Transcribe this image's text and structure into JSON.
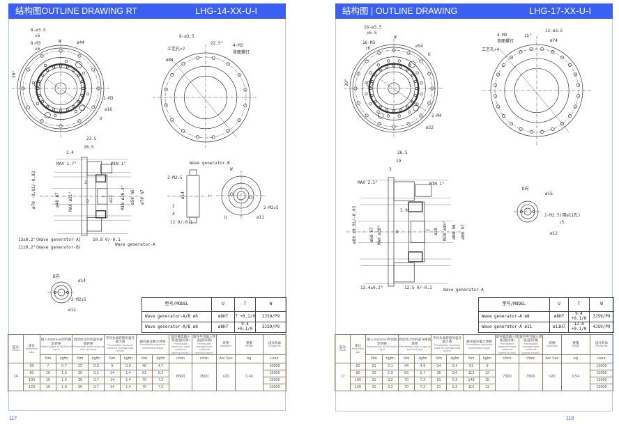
{
  "spec_headers": {
    "model": {
      "zh": "型号",
      "en": "Model"
    },
    "ratio": {
      "zh": "速比",
      "en": "Reduction ratio"
    },
    "rated": {
      "zh": "输入2000r/min时的额定转矩",
      "en": "Rated torque at 2000r/min input"
    },
    "peak": {
      "zh": "启动停止时的容许峰值转矩",
      "en": "Permissible peak torque at start and stop"
    },
    "avg": {
      "zh": "平均负载转矩的容许最大值",
      "en": "Permissible maximum value for average load torque"
    },
    "momentary": {
      "zh": "瞬间容许最大转矩",
      "en": "Permissible maximum momentary torque"
    },
    "max_speed": {
      "zh": "容许最高输入转速(脂润滑)",
      "en": "Permissible maximum input rotational speed(Grease)"
    },
    "avg_speed": {
      "zh": "容许平均输入转速(脂润滑)",
      "en": "Permissible average input rotational speed(Grease)"
    },
    "backlash": {
      "zh": "背隙",
      "en": "Backlash"
    },
    "weight": {
      "zh": "重量",
      "en": "weight"
    },
    "life": {
      "zh": "设计寿命",
      "en": "Design life"
    },
    "units": [
      "Nm",
      "kgfm",
      "Nm",
      "kgfm",
      "Nm",
      "kgfm",
      "Nm",
      "kgfm",
      "r/min",
      "r/min",
      "Arc Sec",
      "kg",
      "Hour"
    ]
  },
  "left": {
    "title": "结构图OUTLINE DRAWING  RT",
    "model_code": "LHG-14-XX-U-I",
    "page_number": "117",
    "labels": {
      "f1": "8-ø3.5",
      "f2": "↧6",
      "f3": "8-M3",
      "f4": "↧6",
      "f5": "W",
      "f6": "ø44",
      "f7": "30°",
      "f8": "2-M3",
      "f9": "ø18",
      "f10": "U",
      "b1": "8-ø3.5",
      "b2": "22.5°",
      "b3": "4-M3",
      "b4": "背面螺钉",
      "b5": "工艺孔×2",
      "b6": "ø64",
      "s1": "23.5",
      "s2": "16.5",
      "s3": "2.4",
      "s4": "MAX 1.7°",
      "s5": "MIN 1°",
      "s6": "2",
      "s7": "D",
      "s8": "T",
      "v1": "ø70 -0.01/-0.03",
      "v2": "ø48 H7",
      "v3": "MAX ø31°",
      "v4": "ø22",
      "v5": "MIN ø36.3°",
      "v6": "ø50 h6",
      "v7": "ø70 h7",
      "s9": "13±0.2°(Wave generator-A)",
      "s10": "11±0.2°(Wave generator-B)",
      "s11": "10.8 0/-0.1",
      "s12": "Wave generator-A",
      "w1": "Wave generator-B",
      "w2": "3-M2.5",
      "w3": "ø14",
      "w4": "T",
      "w5": "2",
      "w6": "4",
      "w7": "12 0/-0.1",
      "w8": "W",
      "w9": "2-M2↧5",
      "w10": "U",
      "w11": "ø11",
      "d1": "D向",
      "d2": "ø14",
      "d3": "2-M2↧5",
      "d4": "ø11"
    },
    "model_table": {
      "headers": [
        "型号/MODEL",
        "U",
        "T",
        "W"
      ],
      "rows": [
        [
          "Wave generator-A/B ø6",
          "ø6H7",
          "7 +0.1/0",
          "2JS9/P9"
        ],
        [
          "Wave generator-A/B ø8",
          "ø8H7",
          "9.4 +0.1/0",
          "3JS9/P9"
        ]
      ]
    },
    "spec": {
      "model": "14",
      "max_speed": "8500",
      "avg_speed": "3500",
      "backlash": "≤20",
      "weight": "0.40",
      "rows": [
        [
          "50",
          "7",
          "0.7",
          "23",
          "2.3",
          "9",
          "0.9",
          "46",
          "4.7",
          "10000"
        ],
        [
          "80",
          "10",
          "1.0",
          "30",
          "3.1",
          "14",
          "1.4",
          "61",
          "6.2",
          "15000"
        ],
        [
          "100",
          "10",
          "1.0",
          "36",
          "3.7",
          "14",
          "1.4",
          "70",
          "7.2",
          "15000"
        ],
        [
          "120",
          "10",
          "1.0",
          "36",
          "3.7",
          "14",
          "1.4",
          "70",
          "7.2",
          "15000"
        ]
      ]
    }
  },
  "right": {
    "title": "结构图 | OUTLINE DRAWING",
    "model_code": "LHG-17-XX-U-I",
    "page_number": "118",
    "labels": {
      "f1": "16-ø3.5",
      "f2": "↧6.5",
      "f3": "16-M3",
      "f4": "↧6",
      "f5": "W",
      "f6": "ø54",
      "f7": "30°",
      "f8": "2-M4",
      "f9": "ø22",
      "f10": "U",
      "b1": "12-ø3.5",
      "b2": "15°",
      "b3": "4-M3",
      "b4": "背面螺钉",
      "b5": "工艺孔×4",
      "b6": "ø74",
      "s1": "26.5",
      "s2": "19",
      "s3": "3",
      "s4": "MAX 2.1°",
      "s5": "MIN 1°",
      "s6": "3.9",
      "s7": "D",
      "s8": "T",
      "v1": "ø80 ±0.01/-0.03",
      "v2": "ø60 H7",
      "v3": "MAX ø38°",
      "v4": "ø28",
      "v5": "MIN ø45°",
      "v6": "ø60 h6",
      "v7": "ø80 h7",
      "s9": "13.4±0.2°",
      "s11": "12.5 0/-0.1",
      "s12": "Wave generator-A",
      "d1": "D向",
      "d2": "ø16",
      "d3": "2-M2.5(用ø11孔)",
      "d3b": "↧5",
      "d4": "ø12"
    },
    "model_table": {
      "headers": [
        "型号/MODEL",
        "U",
        "T",
        "W"
      ],
      "rows": [
        [
          "Wave generator-A ø8",
          "ø8H7",
          "9.4 +0.1/0",
          "3JS9/P9"
        ],
        [
          "Wave generator-A ø11",
          "ø11H7",
          "12.8 +0.1/0",
          "4JS9/P9"
        ]
      ]
    },
    "spec": {
      "model": "17",
      "max_speed": "7300",
      "avg_speed": "3500",
      "backlash": "≤20",
      "weight": "0.54",
      "rows": [
        [
          "50",
          "21",
          "2.1",
          "44",
          "4.5",
          "34",
          "3.4",
          "91",
          "9",
          "10000"
        ],
        [
          "80",
          "29",
          "2.9",
          "56",
          "5.7",
          "35",
          "3.6",
          "113",
          "12",
          "15000"
        ],
        [
          "100",
          "31",
          "3.2",
          "70",
          "7.2",
          "51",
          "5.2",
          "143",
          "15",
          "15000"
        ],
        [
          "120",
          "31",
          "3.2",
          "70",
          "7.2",
          "51",
          "5.2",
          "112",
          "11",
          "15000"
        ]
      ]
    }
  },
  "colors": {
    "header": "#3b5ff2",
    "frame": "#b9c6f3",
    "page_number": "#4466dd"
  }
}
